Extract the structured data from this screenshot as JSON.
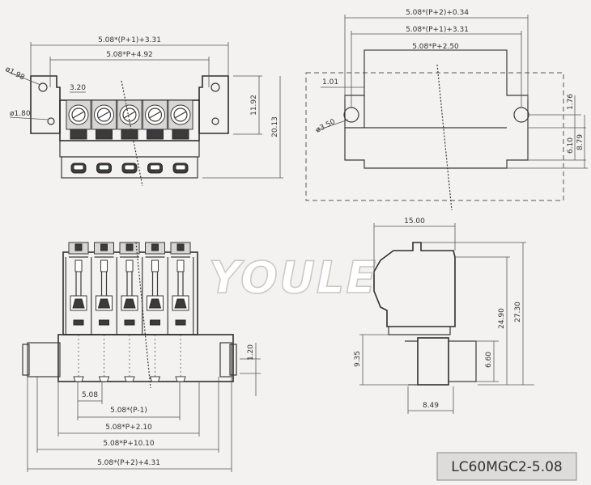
{
  "title": "LC60MGC2-5.08",
  "watermark": "YOULE",
  "dims": {
    "top_left_width1": "5.08*(P+1)+3.31",
    "top_left_width2": "5.08*P+4.92",
    "pitch_small": "3.20",
    "hole_dia1": "ø1.98",
    "hole_dia2": "ø1.80",
    "height1": "11.92",
    "height2": "20.13",
    "tr_width1": "5.08*(P+2)+0.34",
    "tr_width2": "5.08*(P+1)+3.31",
    "tr_width3": "5.08*P+2.50",
    "tr_offset": "1.01",
    "tr_hole": "ø3.50",
    "tr_h1": "1.76",
    "tr_h2": "6.10",
    "tr_h3": "8.79",
    "side_width": "15.00",
    "side_h1": "24.90",
    "side_h2": "27.30",
    "side_h3": "9.35",
    "side_h4": "6.60",
    "side_bottom": "8.49",
    "bl_h": "1.20",
    "bl_pitch": "5.08",
    "bl_w1": "5.08*(P-1)",
    "bl_w2": "5.08*P+2.10",
    "bl_w3": "5.08*P+10.10",
    "bl_w4": "5.08*(P+2)+4.31"
  }
}
